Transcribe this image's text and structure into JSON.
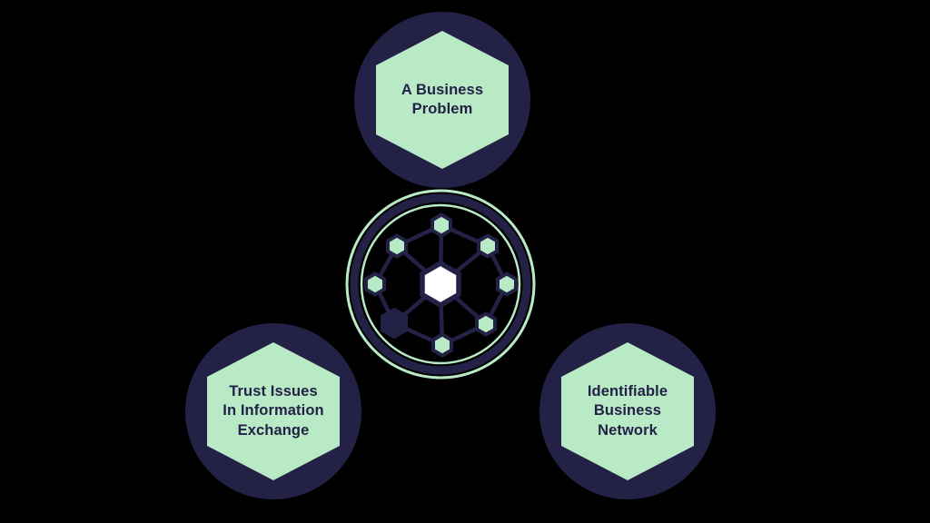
{
  "colors": {
    "background": "#000000",
    "navy": "#232145",
    "mint_green": "#b9eac6",
    "white": "#ffffff"
  },
  "diagram": {
    "top_node": {
      "lines": [
        "A Business",
        "Problem"
      ]
    },
    "bottom_left_node": {
      "lines": [
        "Trust Issues",
        "In Information",
        "Exchange"
      ]
    },
    "bottom_right_node": {
      "lines": [
        "Identifiable",
        "Business",
        "Network"
      ]
    },
    "center_icon": "blockchain-network-icon"
  }
}
